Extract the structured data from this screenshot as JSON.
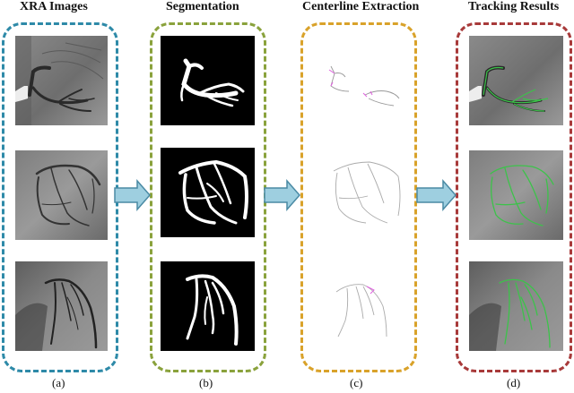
{
  "stages": [
    {
      "title": "XRA Images",
      "caption": "(a)",
      "color": "#2e8aa8"
    },
    {
      "title": "Segmentation",
      "caption": "(b)",
      "color": "#8aa23c"
    },
    {
      "title": "Centerline Extraction",
      "caption": "(c)",
      "color": "#d9a22a"
    },
    {
      "title": "Tracking Results",
      "caption": "(d)",
      "color": "#a83a3a"
    }
  ],
  "colors": {
    "arrow_fill": "#9ecfe0",
    "arrow_stroke": "#4a8aa4",
    "centerline_branch": "#e060e0",
    "tracking_overlay": "#3cc34a"
  }
}
